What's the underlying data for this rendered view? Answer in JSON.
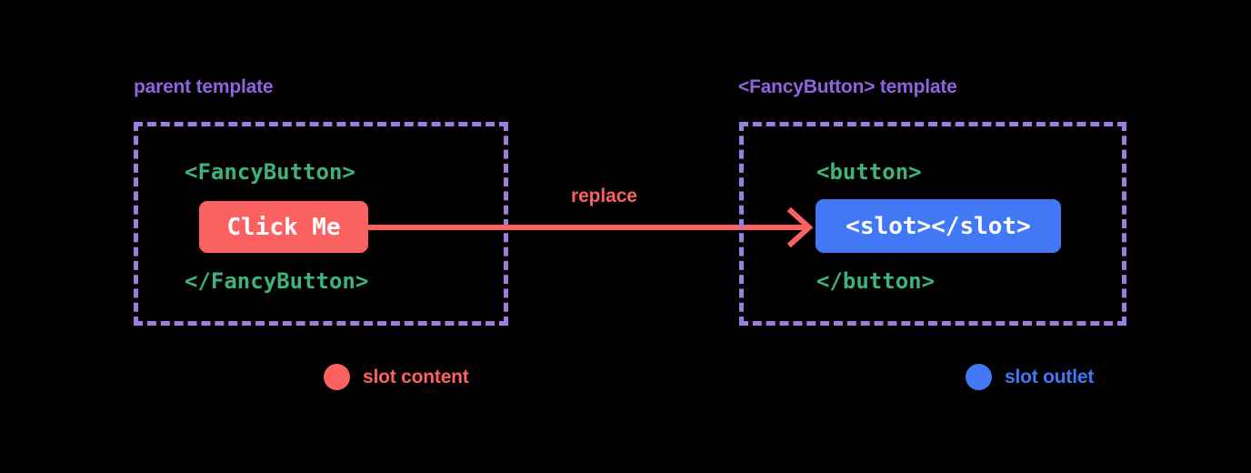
{
  "diagram": {
    "title": "Vue slot content and slot outlet replacement",
    "background_color": "#000000",
    "colors": {
      "label_purple": "#8f64e0",
      "border_purple": "#9b7ede",
      "code_green": "#3fb27a",
      "slot_content_red": "#fb6161",
      "slot_outlet_blue": "#4277f5",
      "chip_text": "#ffffff"
    }
  },
  "panels": {
    "parent": {
      "label": "parent template",
      "code_open": "<FancyButton>",
      "code_close": "</FancyButton>",
      "chip_text": "Click Me"
    },
    "fancy_button": {
      "label": "<FancyButton> template",
      "code_open": "<button>",
      "code_close": "</button>",
      "chip_text": "<slot></slot>"
    }
  },
  "arrow": {
    "label": "replace",
    "direction": "right",
    "color": "#fb6161"
  },
  "legend": [
    {
      "label": "slot content",
      "color": "#fb6161",
      "swatch": "red-dot-icon"
    },
    {
      "label": "slot outlet",
      "color": "#4277f5",
      "swatch": "blue-dot-icon"
    }
  ]
}
